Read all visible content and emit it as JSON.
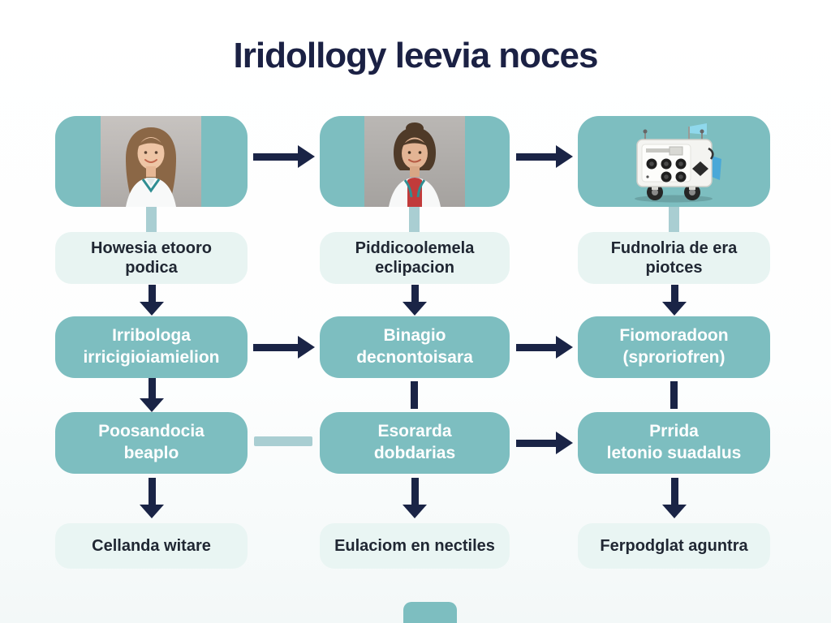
{
  "title": "Iridollogy leevia noces",
  "colors": {
    "teal_box": "#7dbec0",
    "light_box": "#e8f4f2",
    "navy": "#1a2446",
    "light_connector": "#a9ced2",
    "title_text": "#1b2144",
    "dark_text": "#202733",
    "white_text": "#ffffff"
  },
  "columns": [
    {
      "image": "female-doctor-long-hair-portrait",
      "label": {
        "line1": "Howesia etooro",
        "line2": "podica"
      },
      "step1": {
        "line1": "Irribologa",
        "line2": "irricigioiamielion"
      },
      "step2": {
        "line1": "Poosandocia",
        "line2": "beaplo"
      },
      "footer": "Cellanda witare"
    },
    {
      "image": "female-doctor-red-top-portrait",
      "label": {
        "line1": "Piddicoolemela",
        "line2": "eclipacion"
      },
      "step1": {
        "line1": "Binagio",
        "line2": "decnontoisara"
      },
      "step2": {
        "line1": "Esorarda",
        "line2": "dobdarias"
      },
      "footer": "Eulaciom en nectiles"
    },
    {
      "image": "medical-device-illustration",
      "label": {
        "line1": "Fudnolria de era",
        "line2": "piotces"
      },
      "step1": {
        "line1": "Fiomoradoon",
        "line2": "(sproriofren)"
      },
      "step2": {
        "line1": "Prrida",
        "line2": "letonio suadalus"
      },
      "footer": "Ferpodglat aguntra"
    }
  ]
}
